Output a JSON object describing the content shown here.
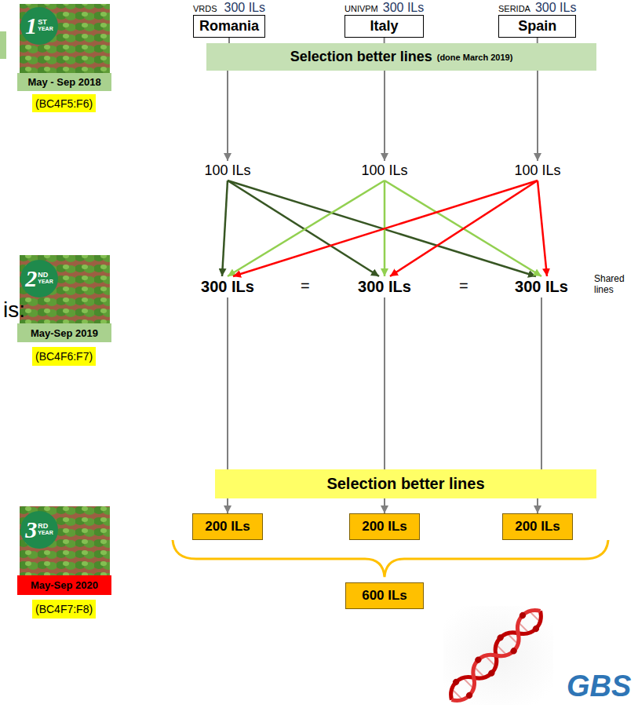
{
  "diagram": {
    "nodes": [
      {
        "text": [
          "1",
          "ST",
          "YEAR"
        ]
      },
      {
        "text": [
          "May - Sep 2018"
        ]
      },
      {
        "text": [
          "(BC4F5:F6)"
        ]
      },
      {
        "text": [
          "VRDS",
          "300 ILs",
          "Romania"
        ]
      },
      {
        "text": [
          "UNIVPM",
          "300 ILs",
          "Italy"
        ]
      },
      {
        "text": [
          "SERIDA",
          "300 ILs",
          "Spain"
        ]
      },
      {
        "text": [
          "Selection better lines",
          "(done March 2019)"
        ]
      },
      {
        "text": [
          "100 ILs"
        ]
      },
      {
        "text": [
          "100 ILs"
        ]
      },
      {
        "text": [
          "100 ILs"
        ]
      },
      {
        "text": [
          "2",
          "ND",
          "YEAR"
        ]
      },
      {
        "text": [
          "May-Sep 2019"
        ]
      },
      {
        "text": [
          "(BC4F6:F7)"
        ]
      },
      {
        "text": [
          "300 ILs"
        ]
      },
      {
        "text": [
          "300 ILs"
        ]
      },
      {
        "text": [
          "300 ILs"
        ]
      },
      {
        "text": [
          "Selection better lines"
        ]
      },
      {
        "text": [
          "3",
          "RD",
          "YEAR"
        ]
      },
      {
        "text": [
          "May-Sep 2020"
        ]
      },
      {
        "text": [
          "(BC4F7:F8)"
        ]
      },
      {
        "text": [
          "200 ILs"
        ]
      },
      {
        "text": [
          "200 ILs"
        ]
      },
      {
        "text": [
          "200 ILs"
        ]
      },
      {
        "text": [
          "600 ILs"
        ]
      }
    ],
    "edges": [
      {
        "from": 3,
        "to": 6,
        "arrow": "none"
      },
      {
        "from": 4,
        "to": 6,
        "arrow": "none"
      },
      {
        "from": 5,
        "to": 6,
        "arrow": "none"
      },
      {
        "from": 6,
        "to": 7,
        "arrow": "to"
      },
      {
        "from": 6,
        "to": 8,
        "arrow": "to"
      },
      {
        "from": 6,
        "to": 9,
        "arrow": "to"
      },
      {
        "from": 7,
        "to": 13,
        "arrow": "to"
      },
      {
        "from": 7,
        "to": 14,
        "arrow": "to"
      },
      {
        "from": 7,
        "to": 15,
        "arrow": "to"
      },
      {
        "from": 8,
        "to": 13,
        "arrow": "to"
      },
      {
        "from": 8,
        "to": 14,
        "arrow": "to"
      },
      {
        "from": 8,
        "to": 15,
        "arrow": "to"
      },
      {
        "from": 9,
        "to": 13,
        "arrow": "to"
      },
      {
        "from": 9,
        "to": 14,
        "arrow": "to"
      },
      {
        "from": 9,
        "to": 15,
        "arrow": "to"
      },
      {
        "from": 13,
        "to": 16,
        "arrow": "none"
      },
      {
        "from": 14,
        "to": 16,
        "arrow": "none"
      },
      {
        "from": 15,
        "to": 16,
        "arrow": "none"
      },
      {
        "from": 16,
        "to": 20,
        "arrow": "to"
      },
      {
        "from": 16,
        "to": 21,
        "arrow": "to"
      },
      {
        "from": 16,
        "to": 22,
        "arrow": "to"
      }
    ],
    "labels": [
      "is:",
      "=",
      "=",
      "Shared lines",
      "GBS"
    ]
  }
}
